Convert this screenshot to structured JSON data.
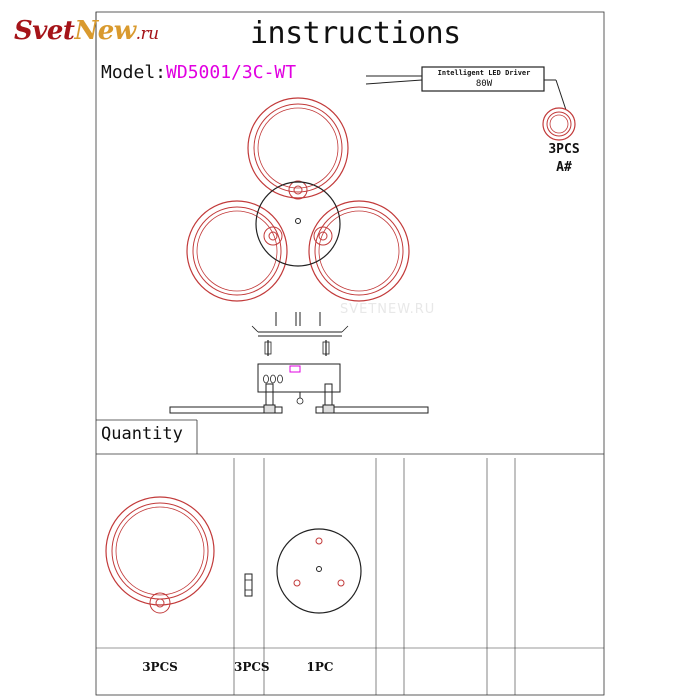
{
  "logo": {
    "part1": "Svet",
    "part2": "New",
    "part3": ".ru"
  },
  "title": "instructions",
  "model": {
    "label": "Model:",
    "value": "WD5001/3C-WT"
  },
  "driver": {
    "label": "Intelligent LED Driver",
    "power": "80W"
  },
  "ring_part": {
    "count": "3PCS",
    "code": "A#"
  },
  "watermark": "SVETNEW.RU",
  "quantity": {
    "label": "Quantity",
    "items": [
      {
        "count": "3PCS"
      },
      {
        "count": "3PCS"
      },
      {
        "count": "1PC"
      }
    ]
  },
  "colors": {
    "line": "#222222",
    "ring": "#c23a3a",
    "model_value": "#e100e1",
    "logo_red": "#a51419",
    "logo_gold": "#d99a2e"
  }
}
